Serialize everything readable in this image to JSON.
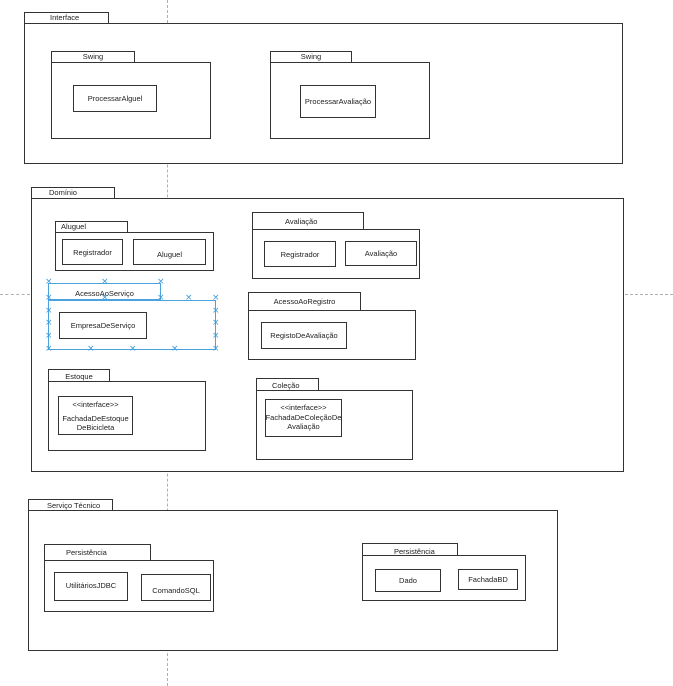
{
  "packages": {
    "interface": {
      "name": "Interface",
      "swing1": {
        "name": "Swing",
        "cls": "ProcessarAlguel"
      },
      "swing2": {
        "name": "Swing",
        "cls": "ProcessarAvaliação"
      }
    },
    "dominio": {
      "name": "Domínio",
      "aluguel": {
        "name": "Aluguel",
        "cls1": "Registrador",
        "cls2": "Aluguel"
      },
      "avaliacao": {
        "name": "Avaliação",
        "cls1": "Registrador",
        "cls2": "Avaliação"
      },
      "acesso_servico": {
        "name": "AcessoAoServiço",
        "cls1": "EmpresaDeServiço"
      },
      "acesso_registro": {
        "name": "AcessoAoRegistro",
        "cls1": "RegistoDeAvaliação"
      },
      "estoque": {
        "name": "Estoque",
        "stereo": "<<interface>>",
        "line1": "FachadaDeEstoque",
        "line2": "DeBicicleta"
      },
      "colecao": {
        "name": "Coleção",
        "stereo": "<<interface>>",
        "line1": "FachadaDeColeçãoDe",
        "line2": "Avaliação"
      }
    },
    "servico_tecnico": {
      "name": "Serviço Técnico",
      "persistencia1": {
        "name": "Persistência",
        "cls1": "UtilitáriosJDBC",
        "cls2": "ComandoSQL"
      },
      "persistencia2": {
        "name": "Persistência",
        "cls1": "Dado",
        "cls2": "FachadaBD"
      }
    }
  },
  "selection_handle_glyph": "×",
  "colors": {
    "line": "#333333",
    "selection": "#4aa3df",
    "guide": "#b0b0b0"
  }
}
